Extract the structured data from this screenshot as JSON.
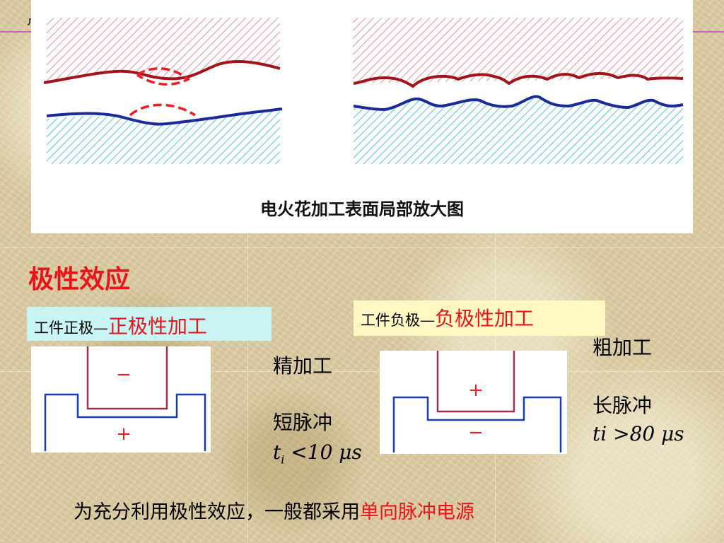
{
  "slide": {
    "corner_glyph": "л",
    "figure": {
      "caption": "电火花加工表面局部放大图"
    },
    "section_title": "极性效应",
    "positive": {
      "label_key": "工件正极—",
      "label_value": "正极性加工",
      "top_sign": "−",
      "bottom_sign": "+",
      "finish": "精加工",
      "pulse": "短脉冲",
      "time_symbol": "t",
      "time_sub": "i",
      "time_rest": " <10 μs"
    },
    "negative": {
      "label_key": "工件负极—",
      "label_value": "负极性加工",
      "top_sign": "+",
      "bottom_sign": "−",
      "finish": "粗加工",
      "pulse": "长脉冲",
      "time": "ti >80 μs"
    },
    "bottom": {
      "text": "为充分利用极性效应，一般都采用",
      "highlight": "单向脉冲电源"
    },
    "colors": {
      "red_hatch": "#e8919a",
      "blue_hatch": "#4fc3e8",
      "dark_red": "#a0141a",
      "dark_blue": "#1a2a9a",
      "bright_red": "#ee1c24",
      "accent_red": "#e8141a",
      "electrode_red": "#a0304a",
      "electrode_blue": "#1a3ab8"
    }
  }
}
